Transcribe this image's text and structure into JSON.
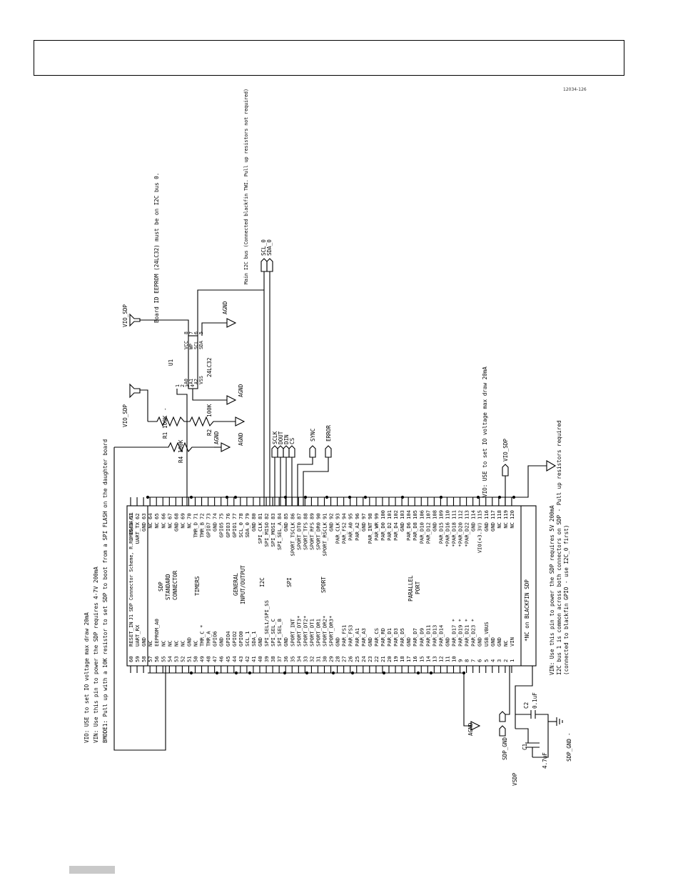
{
  "figure_id": "12034-126",
  "header_notes": {
    "vio": "VIO: USE to set IO voltage max draw 20mA",
    "vin": "VIN: Use this pin to power the SDP requires 4-7V 200mA",
    "bmode1": "BMODE1: Pull up with a 10K resistor to set SDP to boot from a SPI FLASH on the daughter board"
  },
  "connector": {
    "title": "J1 SDP Connector Scheme, R.R. 15/04/11",
    "center_labels": {
      "sdp": "SDP",
      "standard": "STANDARD",
      "connector": "CONNECTOR",
      "timers": "TIMERS",
      "general": "GENERAL",
      "io": "INPUT/OUTPUT",
      "i2c": "I2C",
      "spi": "SPI",
      "sport": "SPORT",
      "parallel": "PARALLEL",
      "port": "PORT"
    },
    "footnote": "*NC on BLACKFIN SDP",
    "left_pins": [
      {
        "num": "60",
        "name": "RESET_IN"
      },
      {
        "num": "59",
        "name": "UART_RX"
      },
      {
        "num": "58",
        "name": "GND"
      },
      {
        "num": "57",
        "name": "NC"
      },
      {
        "num": "56",
        "name": "EEPROM_A0"
      },
      {
        "num": "55",
        "name": "NC"
      },
      {
        "num": "54",
        "name": "NC"
      },
      {
        "num": "53",
        "name": "NC"
      },
      {
        "num": "52",
        "name": "NC"
      },
      {
        "num": "51",
        "name": "GND"
      },
      {
        "num": "50",
        "name": "NC"
      },
      {
        "num": "49",
        "name": "TMR_C *"
      },
      {
        "num": "48",
        "name": "TMR_A"
      },
      {
        "num": "47",
        "name": "GPIO6"
      },
      {
        "num": "46",
        "name": "GND"
      },
      {
        "num": "45",
        "name": "GPIO4"
      },
      {
        "num": "44",
        "name": "GPIO2"
      },
      {
        "num": "43",
        "name": "GPIO0"
      },
      {
        "num": "42",
        "name": "SCL_1"
      },
      {
        "num": "41",
        "name": "SDA_1"
      },
      {
        "num": "40",
        "name": "GND"
      },
      {
        "num": "39",
        "name": "SPI_SEL1/SPI_SS"
      },
      {
        "num": "38",
        "name": "SPI_SEL_C"
      },
      {
        "num": "37",
        "name": "SPI_SEL_B"
      },
      {
        "num": "36",
        "name": "GND"
      },
      {
        "num": "35",
        "name": "SPORT_INT"
      },
      {
        "num": "34",
        "name": "SPORT_DT3*"
      },
      {
        "num": "33",
        "name": "SPORT_DT2*"
      },
      {
        "num": "32",
        "name": "SPORT_DT1"
      },
      {
        "num": "31",
        "name": "SPORT_DR1"
      },
      {
        "num": "30",
        "name": "SPORT_DR2*"
      },
      {
        "num": "29",
        "name": "SPORT_DR3*"
      },
      {
        "num": "28",
        "name": "GND"
      },
      {
        "num": "27",
        "name": "PAR_FS1"
      },
      {
        "num": "26",
        "name": "PAR_FS3"
      },
      {
        "num": "25",
        "name": "PAR_A1"
      },
      {
        "num": "24",
        "name": "PAR_A3"
      },
      {
        "num": "23",
        "name": "GND"
      },
      {
        "num": "22",
        "name": "PAR_CS"
      },
      {
        "num": "21",
        "name": "PAR_RD"
      },
      {
        "num": "20",
        "name": "PAR_D1"
      },
      {
        "num": "19",
        "name": "PAR_D3"
      },
      {
        "num": "18",
        "name": "PAR_D5"
      },
      {
        "num": "17",
        "name": "GND"
      },
      {
        "num": "16",
        "name": "PAR_D7"
      },
      {
        "num": "15",
        "name": "PAR_D9"
      },
      {
        "num": "14",
        "name": "PAR_D11"
      },
      {
        "num": "13",
        "name": "PAR_D13"
      },
      {
        "num": "12",
        "name": "PAR_D14"
      },
      {
        "num": "11",
        "name": "GND"
      },
      {
        "num": "10",
        "name": "PAR_D17 *"
      },
      {
        "num": "9",
        "name": "PAR_D19 *"
      },
      {
        "num": "8",
        "name": "PAR_D21 *"
      },
      {
        "num": "7",
        "name": "PAR_D23 *"
      },
      {
        "num": "6",
        "name": "GND"
      },
      {
        "num": "5",
        "name": "USB_VBUS"
      },
      {
        "num": "4",
        "name": "GND"
      },
      {
        "num": "3",
        "name": "GND"
      },
      {
        "num": "2",
        "name": "NC"
      },
      {
        "num": "1",
        "name": "VIN"
      }
    ],
    "right_pins": [
      {
        "num": "61",
        "name": "BMODE1"
      },
      {
        "num": "62",
        "name": "UART_TX"
      },
      {
        "num": "63",
        "name": "GND"
      },
      {
        "num": "64",
        "name": "NC"
      },
      {
        "num": "65",
        "name": "NC"
      },
      {
        "num": "66",
        "name": "NC"
      },
      {
        "num": "67",
        "name": "NC"
      },
      {
        "num": "68",
        "name": "GND"
      },
      {
        "num": "69",
        "name": "NC"
      },
      {
        "num": "70",
        "name": "NC"
      },
      {
        "num": "71",
        "name": "TMR_D"
      },
      {
        "num": "72",
        "name": "TMR_B"
      },
      {
        "num": "73",
        "name": "GPIO7"
      },
      {
        "num": "74",
        "name": "GND"
      },
      {
        "num": "75",
        "name": "GPIO5"
      },
      {
        "num": "76",
        "name": "GPIO3"
      },
      {
        "num": "77",
        "name": "GPIO1"
      },
      {
        "num": "78",
        "name": "SCL_0"
      },
      {
        "num": "79",
        "name": "SDA_0"
      },
      {
        "num": "80",
        "name": "GND"
      },
      {
        "num": "81",
        "name": "SPI_CLK"
      },
      {
        "num": "82",
        "name": "SPI_MISO"
      },
      {
        "num": "83",
        "name": "SPI_MOSI"
      },
      {
        "num": "84",
        "name": "SPI_SEL_A"
      },
      {
        "num": "85",
        "name": "GND"
      },
      {
        "num": "86",
        "name": "SPORT_TSCLK"
      },
      {
        "num": "87",
        "name": "SPORT_DT0"
      },
      {
        "num": "88",
        "name": "SPORT_TFS"
      },
      {
        "num": "89",
        "name": "SPORT_RFS"
      },
      {
        "num": "90",
        "name": "SPORT_DR0"
      },
      {
        "num": "91",
        "name": "SPORT_RSCLK"
      },
      {
        "num": "92",
        "name": "GND"
      },
      {
        "num": "93",
        "name": "PAR_CLK"
      },
      {
        "num": "94",
        "name": "PAR_FS2"
      },
      {
        "num": "95",
        "name": "PAR_A0"
      },
      {
        "num": "96",
        "name": "PAR_A2"
      },
      {
        "num": "97",
        "name": "GND"
      },
      {
        "num": "98",
        "name": "PAR_INT"
      },
      {
        "num": "99",
        "name": "PAR_WR"
      },
      {
        "num": "100",
        "name": "PAR_D0"
      },
      {
        "num": "101",
        "name": "PAR_D2"
      },
      {
        "num": "102",
        "name": "PAR_D4"
      },
      {
        "num": "103",
        "name": "GND"
      },
      {
        "num": "104",
        "name": "PAR_D6"
      },
      {
        "num": "105",
        "name": "PAR_D8"
      },
      {
        "num": "106",
        "name": "PAR_D10"
      },
      {
        "num": "107",
        "name": "PAR_D12"
      },
      {
        "num": "108",
        "name": "GND"
      },
      {
        "num": "109",
        "name": "PAR_D15"
      },
      {
        "num": "110",
        "name": "*PAR_D16"
      },
      {
        "num": "111",
        "name": "*PAR_D18"
      },
      {
        "num": "112",
        "name": "*PAR_D20"
      },
      {
        "num": "113",
        "name": "*PAR_D22"
      },
      {
        "num": "114",
        "name": "GND"
      },
      {
        "num": "115",
        "name": "VIO(+3.3V)"
      },
      {
        "num": "116",
        "name": "GND"
      },
      {
        "num": "117",
        "name": "GND"
      },
      {
        "num": "118",
        "name": "NC"
      },
      {
        "num": "119",
        "name": "NC"
      },
      {
        "num": "120",
        "name": "NC"
      }
    ]
  },
  "eeprom": {
    "ref": "U1",
    "part": "24LC32",
    "left_pins": [
      {
        "num": "1",
        "name": "A0"
      },
      {
        "num": "2",
        "name": "A1"
      },
      {
        "num": "3",
        "name": "A2"
      },
      {
        "num": "4",
        "name": "VSS"
      }
    ],
    "right_pins": [
      {
        "num": "8",
        "name": "VCC"
      },
      {
        "num": "7",
        "name": "WP"
      },
      {
        "num": "6",
        "name": "SCL"
      },
      {
        "num": "5",
        "name": "SDA"
      }
    ],
    "note": "Board ID EEPROM (24LC32) must be on I2C bus 0."
  },
  "resistors": {
    "r1": {
      "ref": "R1",
      "value": "100K"
    },
    "r2": {
      "ref": "R2",
      "value": "100K"
    },
    "r4": {
      "ref": "R4",
      "value": "100K"
    },
    "dash": "-"
  },
  "nets": {
    "vio_sdp": "VIO_SDP",
    "agnd": "AGND",
    "sclk": "SCLK",
    "dout": "DOUT",
    "din": "DIN",
    "cs": "CS",
    "sync": "SYNC",
    "error": "ERROR",
    "scl_0": "SCL_0",
    "sda_0": "SDA_0",
    "vsdp": "VSDP",
    "sdp_gnd": "SDP_GND"
  },
  "bus_note": "Main I2C bus (Connected blackfin TWI. Pull up resistors not required)",
  "caps": {
    "c1": {
      "ref": "C1",
      "value": "4.7uF"
    },
    "c2": {
      "ref": "C2",
      "value": "0.1uF"
    }
  },
  "bottom_notes": {
    "vio": "VIO: USE to set IO voltage max draw 20mA",
    "vin": "VIN: Use this pin to power the SDP requires 5V 200mA",
    "i2c1": "I2C bus 1 is common across both connectors on SDP - Pull up resistors required",
    "i2c2": "(connected to blackfin GPIO - use I2C_0 first)"
  }
}
